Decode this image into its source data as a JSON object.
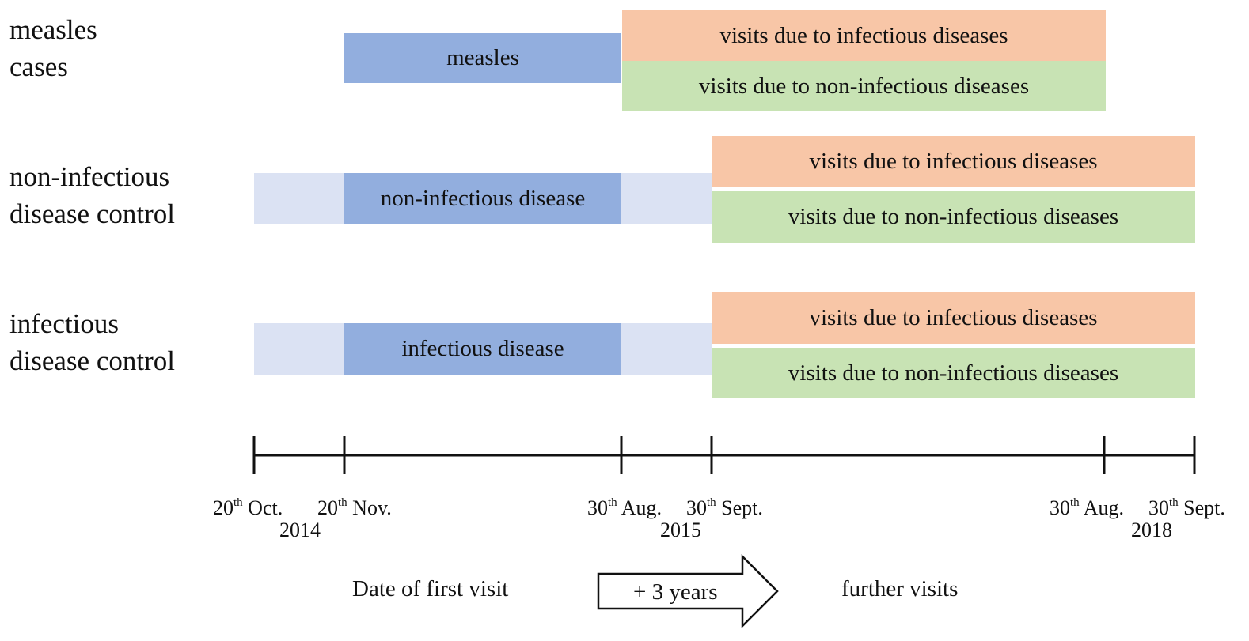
{
  "rows": [
    {
      "label": "measles\ncases",
      "case_bar": "measles",
      "infectious_visits": "visits due to infectious diseases",
      "noninfectious_visits": "visits due to non-infectious diseases"
    },
    {
      "label": "non-infectious\ndisease control",
      "case_bar": "non-infectious disease",
      "infectious_visits": "visits due to infectious diseases",
      "noninfectious_visits": "visits due to non-infectious diseases"
    },
    {
      "label": "infectious\ndisease control",
      "case_bar": "infectious disease",
      "infectious_visits": "visits due to infectious diseases",
      "noninfectious_visits": "visits due to non-infectious diseases"
    }
  ],
  "timeline": {
    "ticks": [
      {
        "day": "20",
        "suffix": "th",
        "month": "Oct."
      },
      {
        "day": "20",
        "suffix": "th",
        "month": "Nov."
      },
      {
        "day": "30",
        "suffix": "th",
        "month": "Aug."
      },
      {
        "day": "30",
        "suffix": "th",
        "month": "Sept."
      },
      {
        "day": "30",
        "suffix": "th",
        "month": "Aug."
      },
      {
        "day": "30",
        "suffix": "th",
        "month": "Sept."
      }
    ],
    "years": [
      "2014",
      "2015",
      "2018"
    ]
  },
  "legend": {
    "first_visit": "Date of first visit",
    "arrow": "+ 3 years",
    "further": "further visits"
  },
  "colors": {
    "case_bar": "#92aede",
    "window_bar": "#dbe2f3",
    "infectious_visits": "#f8c6a7",
    "noninfectious_visits": "#c8e3b4",
    "line": "#111111"
  }
}
